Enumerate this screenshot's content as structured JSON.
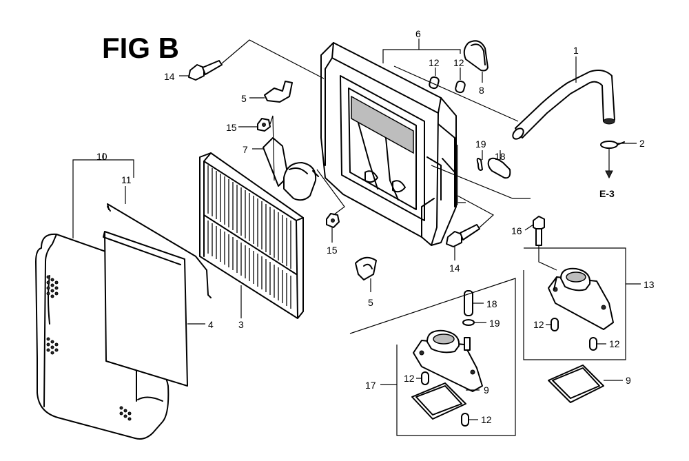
{
  "figure": {
    "title": "FIG B",
    "reference": "E-3"
  },
  "labels": {
    "c1": "1",
    "c2": "2",
    "c3": "3",
    "c4": "4",
    "c5a": "5",
    "c5b": "5",
    "c6": "6",
    "c7": "7",
    "c8": "8",
    "c9a": "9",
    "c9b": "9",
    "c10": "10",
    "c11": "11",
    "c12a": "12",
    "c12b": "12",
    "c12c": "12",
    "c12d": "12",
    "c12e": "12",
    "c12f": "12",
    "c13": "13",
    "c14a": "14",
    "c14b": "14",
    "c15a": "15",
    "c15b": "15",
    "c16": "16",
    "c17": "17",
    "c18a": "18",
    "c18b": "18",
    "c19a": "19",
    "c19b": "19"
  }
}
